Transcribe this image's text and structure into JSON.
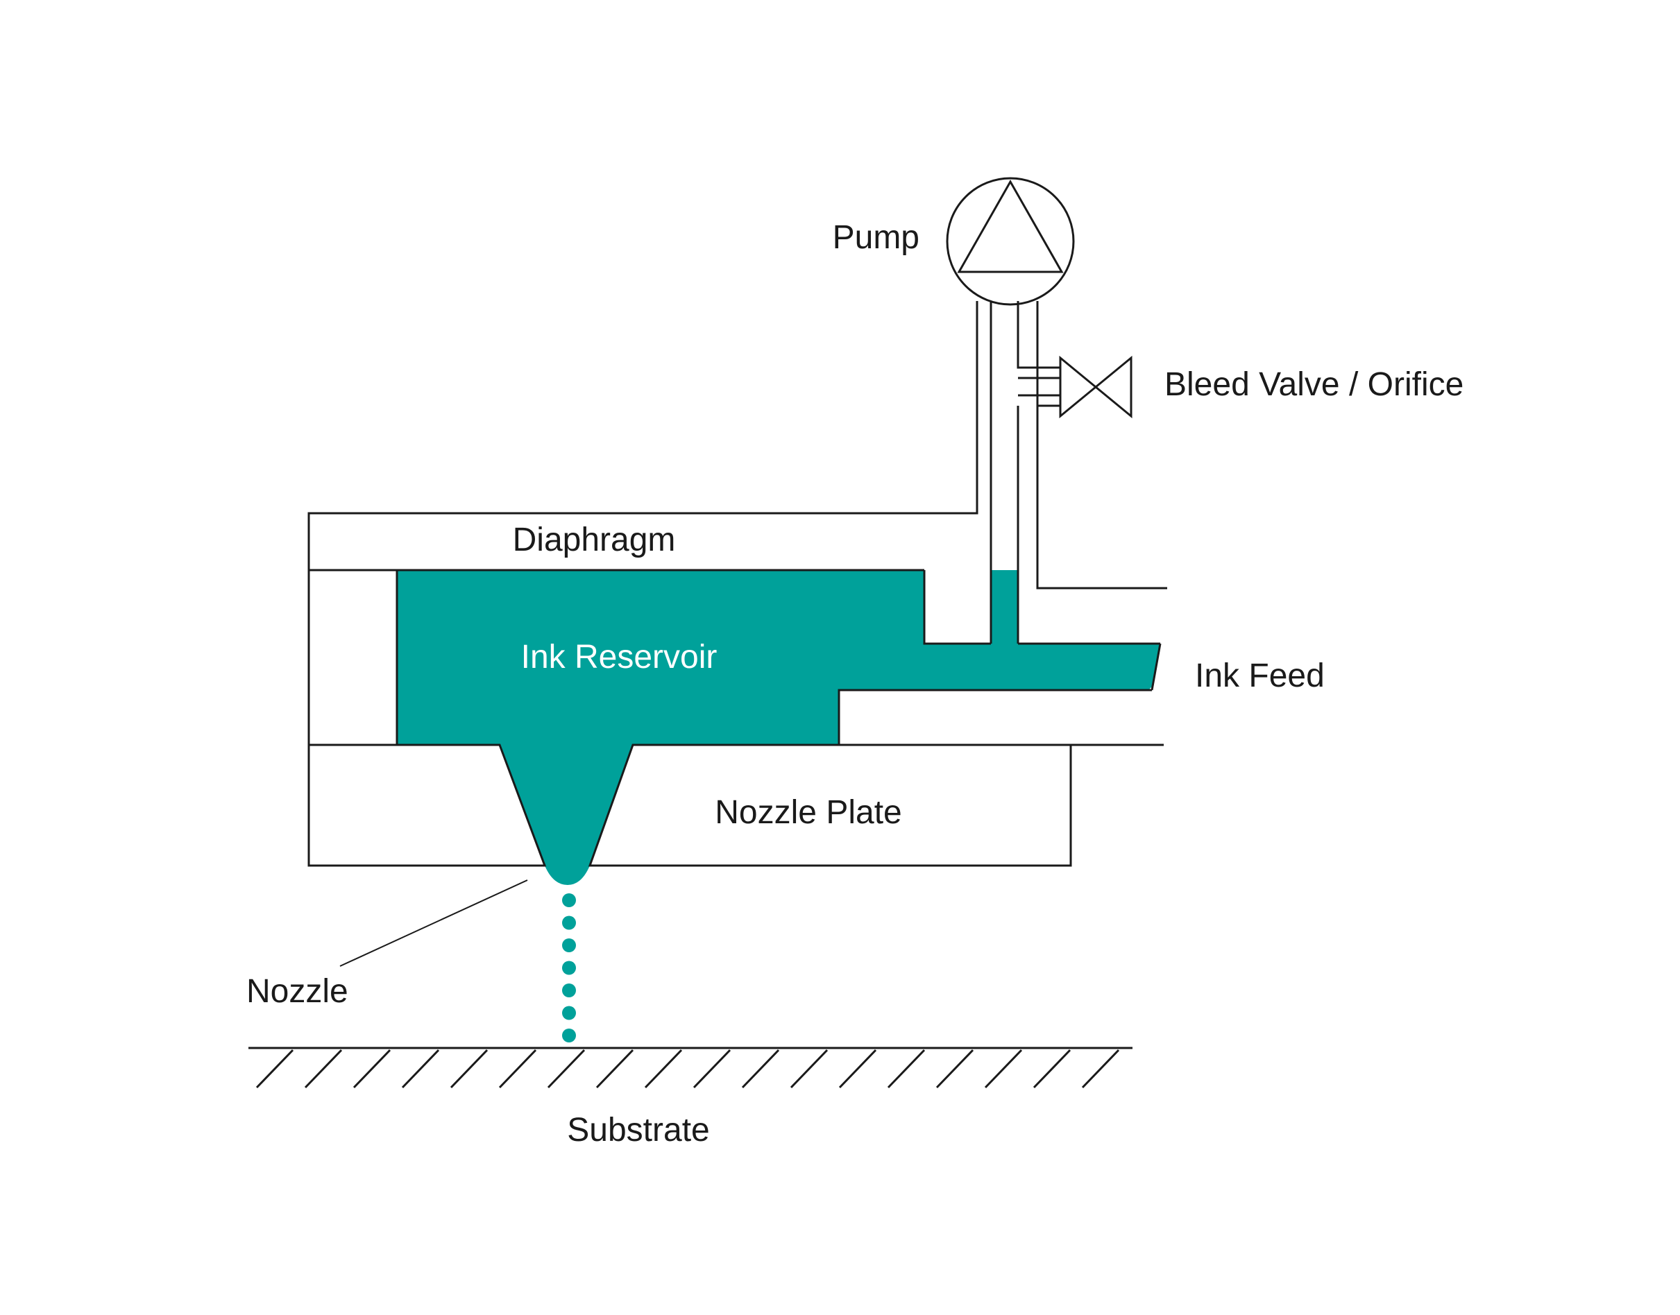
{
  "colors": {
    "ink": "#00a19a",
    "line": "#1a1a1a",
    "background": "#ffffff"
  },
  "labels": {
    "pump": "Pump",
    "bleed_valve": "Bleed Valve / Orifice",
    "diaphragm": "Diaphragm",
    "ink_reservoir": "Ink Reservoir",
    "ink_feed": "Ink Feed",
    "nozzle_plate": "Nozzle Plate",
    "nozzle": "Nozzle",
    "substrate": "Substrate"
  },
  "droplet_count": 7,
  "substrate_hatch_count": 18
}
